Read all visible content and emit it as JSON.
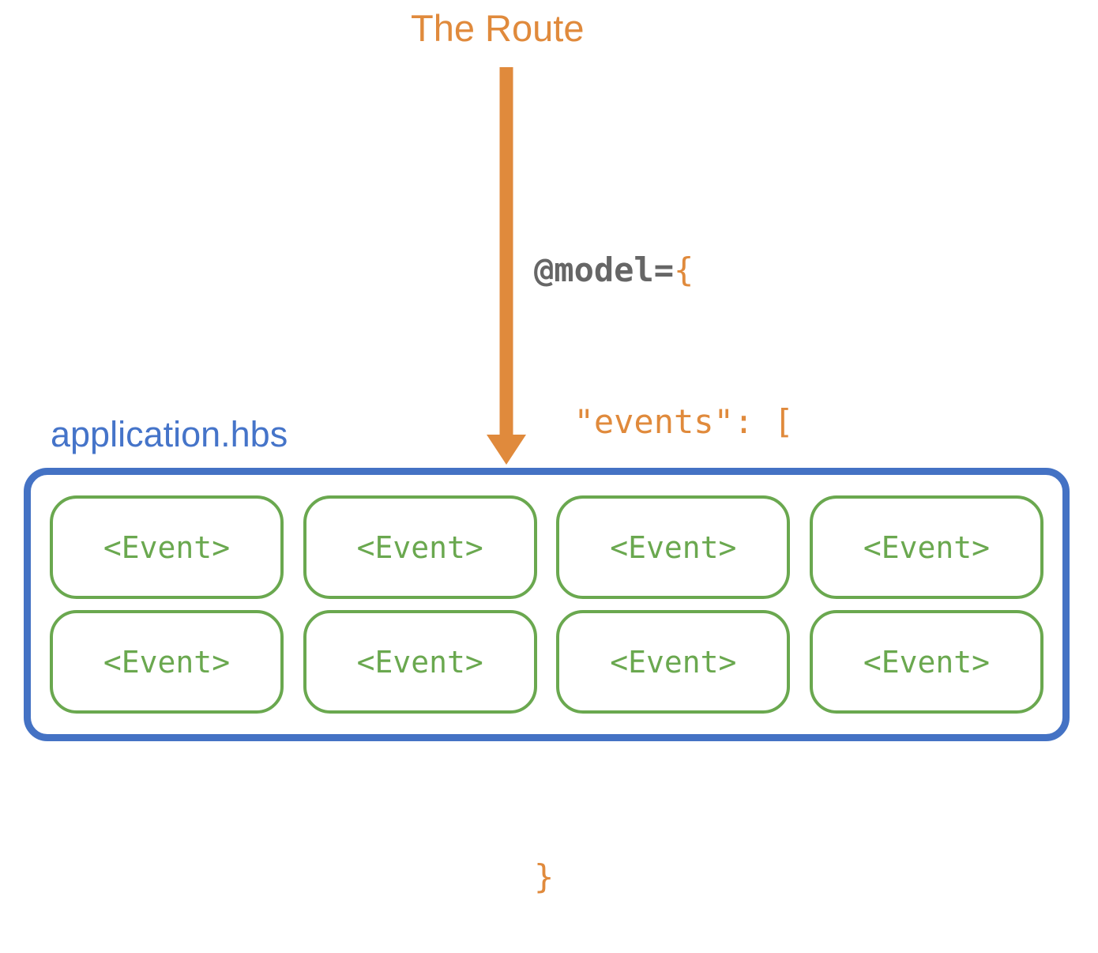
{
  "title": {
    "text": "The Route",
    "color": "#E08A3C"
  },
  "arrow": {
    "name": "downward-arrow",
    "color": "#E08A3C",
    "direction": "down"
  },
  "code": {
    "lines": [
      {
        "indent": "",
        "prop": "@model=",
        "punct": "{",
        "str": ""
      },
      {
        "indent": "  ",
        "prop": "",
        "punct": ": [",
        "str": "\"events\""
      },
      {
        "indent": "    ",
        "prop": "",
        "punct": "...",
        "str": ""
      },
      {
        "indent": "  ",
        "prop": "",
        "punct": "]",
        "str": ""
      },
      {
        "indent": "",
        "prop": "",
        "punct": "}",
        "str": ""
      }
    ],
    "raw": "@model={\n  \"events\": [\n    ...\n  ]\n}",
    "prop_color": "#666666",
    "punct_color": "#E08A3C"
  },
  "template_file": {
    "label": "application.hbs",
    "color": "#4574C9"
  },
  "container": {
    "border_color": "#4472C4"
  },
  "events": {
    "box_border_color": "#6AA84F",
    "box_text_color": "#6AA84F",
    "rows": [
      [
        {
          "label": "<Event>"
        },
        {
          "label": "<Event>"
        },
        {
          "label": "<Event>"
        },
        {
          "label": "<Event>"
        }
      ],
      [
        {
          "label": "<Event>"
        },
        {
          "label": "<Event>"
        },
        {
          "label": "<Event>"
        },
        {
          "label": "<Event>"
        }
      ]
    ]
  }
}
